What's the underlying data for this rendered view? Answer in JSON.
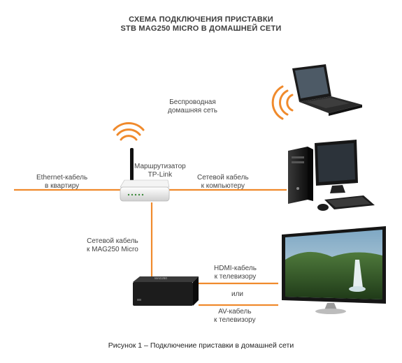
{
  "title": {
    "line1": "СХЕМА ПОДКЛЮЧЕНИЯ ПРИСТАВКИ",
    "line2": "STB MAG250 MICRO В ДОМАШНЕЙ СЕТИ"
  },
  "labels": {
    "wireless_line1": "Беспроводная",
    "wireless_line2": "домашняя сеть",
    "router_line1": "Маршрутизатор",
    "router_line2": "TP-Link",
    "ethernet_line1": "Ethernet-кабель",
    "ethernet_line2": "в квартиру",
    "pc_cable_line1": "Сетевой кабель",
    "pc_cable_line2": "к компьютеру",
    "stb_cable_line1": "Сетевой кабель",
    "stb_cable_line2": "к MAG250 Micro",
    "hdmi_line1": "HDMI-кабель",
    "hdmi_line2": "к телевизору",
    "or": "или",
    "av_line1": "AV-кабель",
    "av_line2": "к телевизору",
    "device_brand": "MAG250"
  },
  "caption": "Рисунок 1 – Подключение приставки в домашней сети",
  "colors": {
    "cable": "#f08a2c",
    "device_dark": "#1c1c1c",
    "text": "#444444"
  },
  "icons": [
    "wifi-icon",
    "laptop-icon",
    "desktop-pc-icon",
    "router-icon",
    "tv-icon",
    "set-top-box-icon"
  ]
}
